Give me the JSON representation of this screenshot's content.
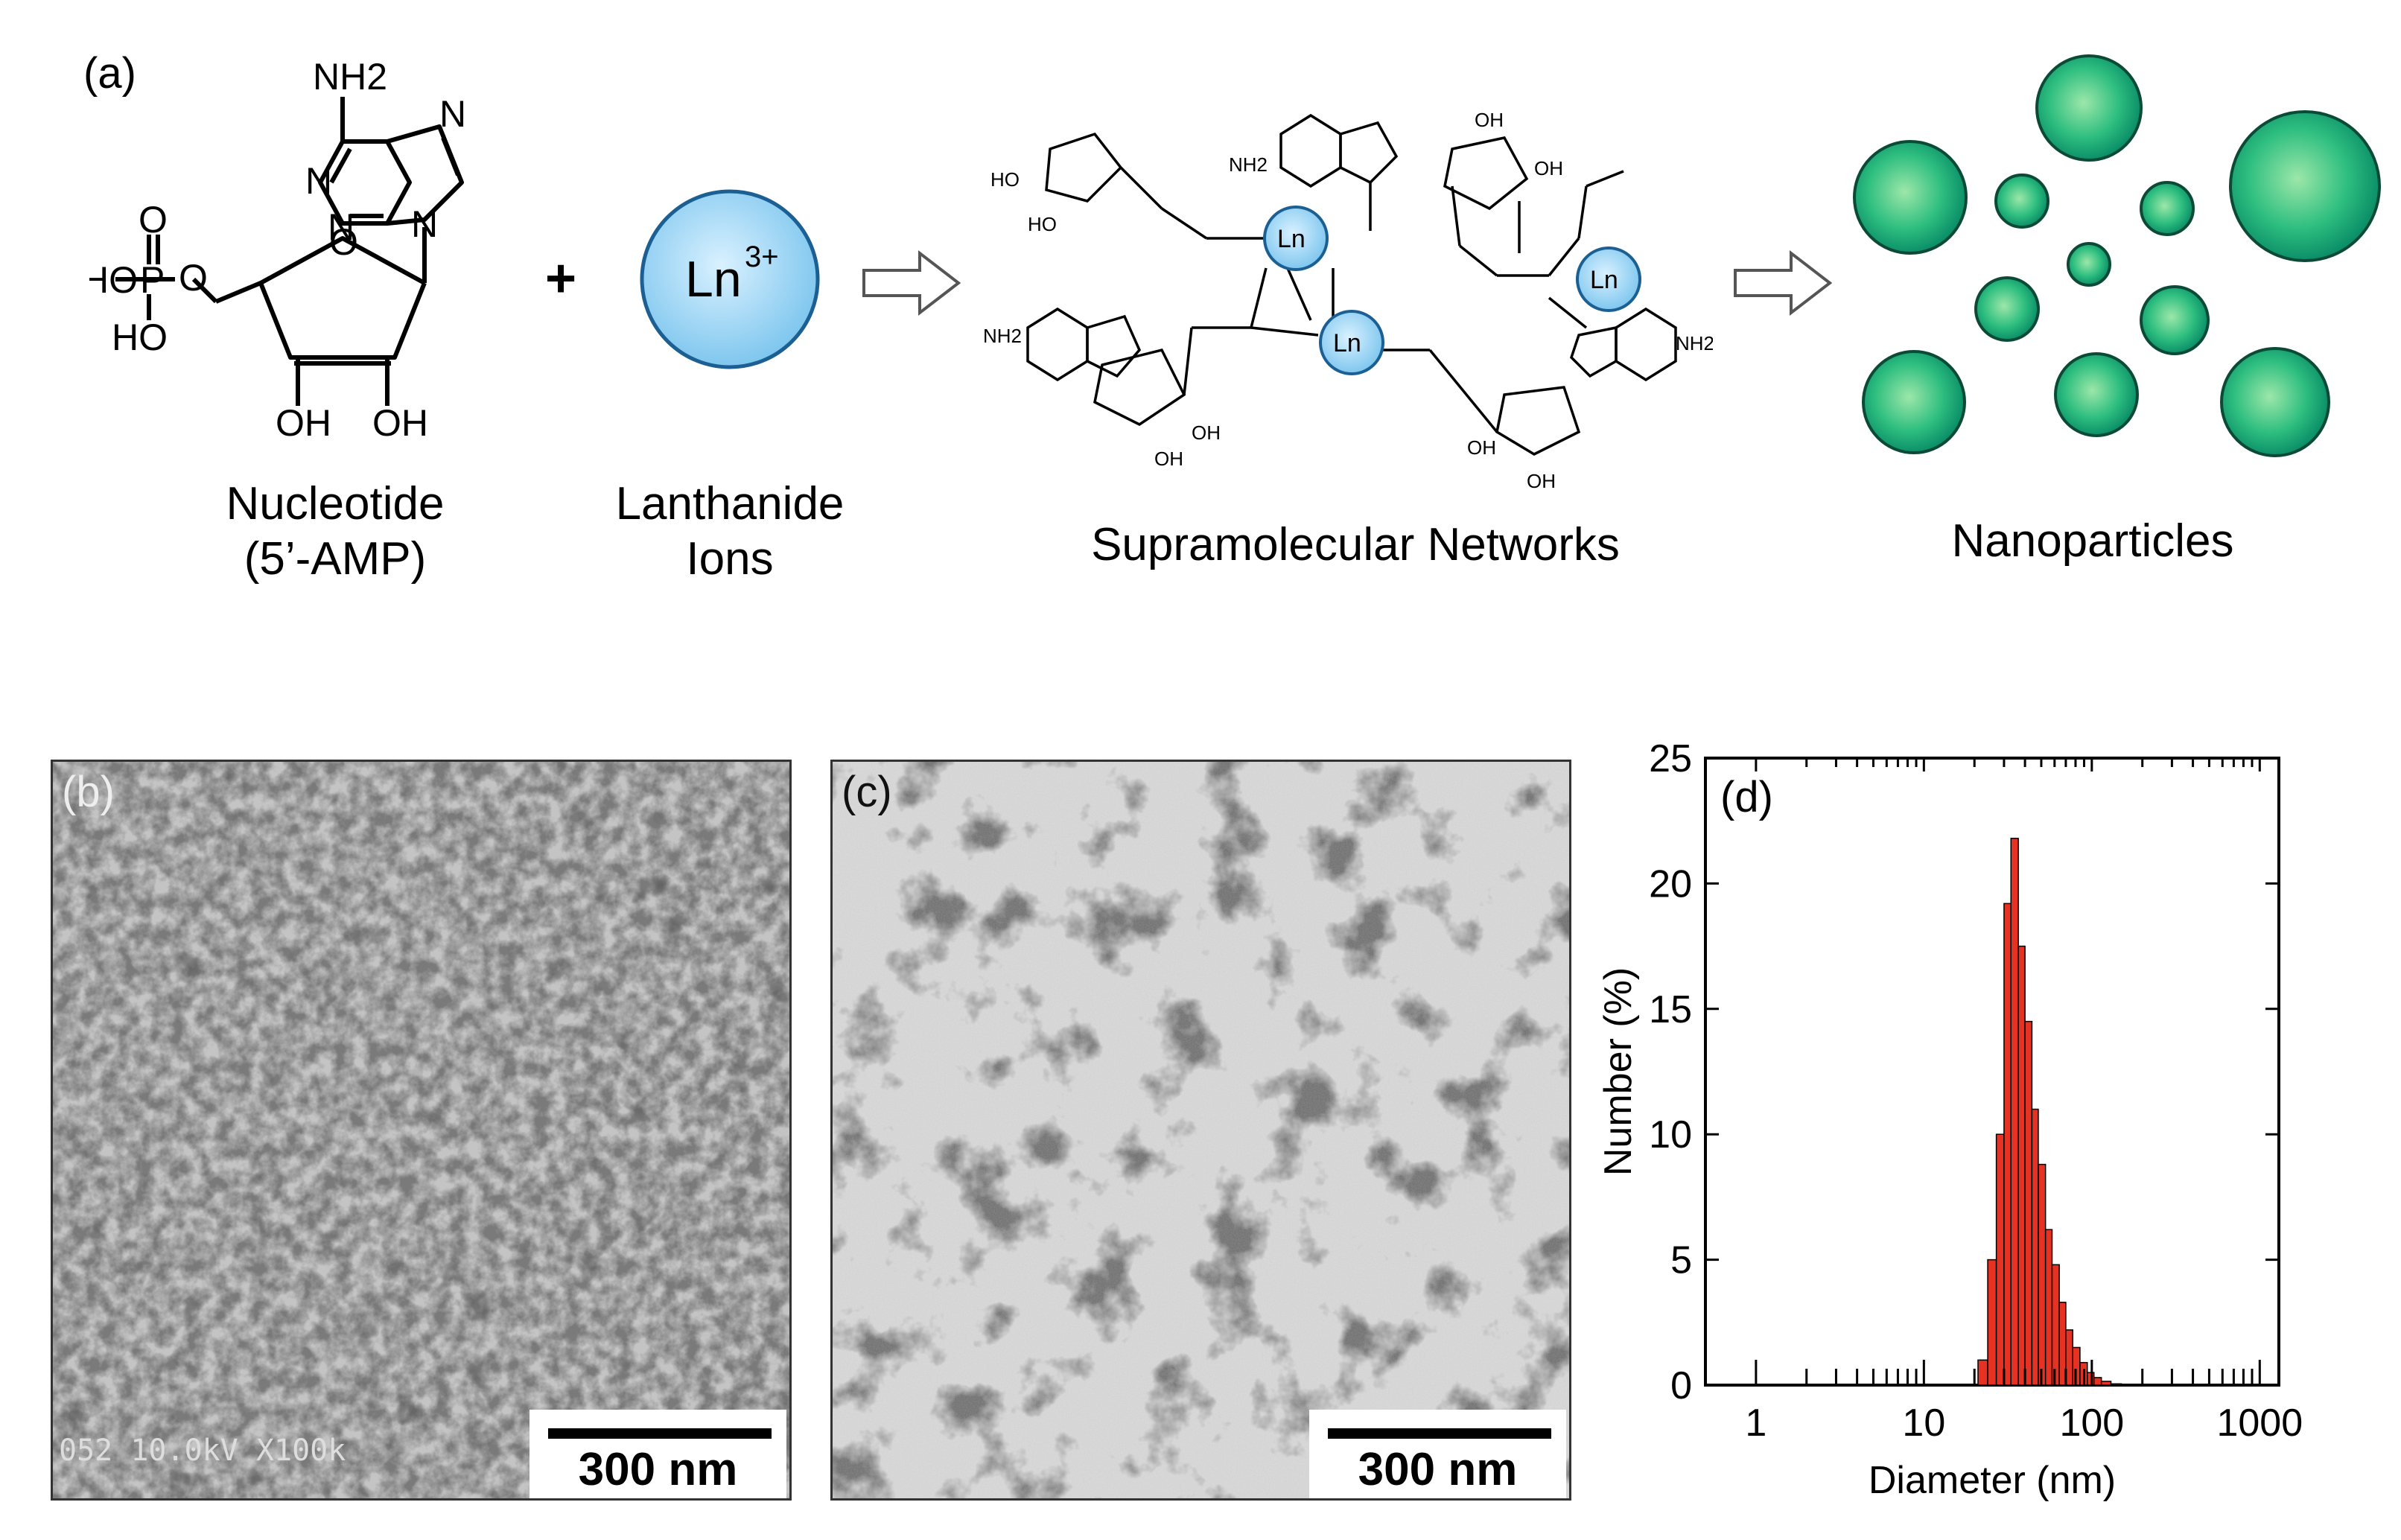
{
  "panel_a": {
    "label": "(a)",
    "amp_groups": {
      "nh2": "NH2",
      "n": "N",
      "o": "O",
      "p": "P",
      "ho": "HO",
      "oh": "OH"
    },
    "plus": "+",
    "ion_symbol": "Ln",
    "ion_charge": "3+",
    "network_metal": "Ln",
    "captions": {
      "nucleotide": [
        "Nucleotide",
        "(5’-AMP)"
      ],
      "lanthanide": [
        "Lanthanide",
        "Ions"
      ],
      "networks": "Supramolecular Networks",
      "nanoparticles": "Nanoparticles"
    },
    "colors": {
      "ion_fill": "#9fd6f2",
      "ion_stroke": "#1d6fa8",
      "particle_light": "#8ee0a6",
      "particle_dark": "#0e9a6f"
    }
  },
  "panel_b": {
    "label": "(b)",
    "scale_bar": "300 nm",
    "instrument_text": "052 10.0kV X100k"
  },
  "panel_c": {
    "label": "(c)",
    "scale_bar": "300 nm"
  },
  "panel_d": {
    "label": "(d)",
    "chart_data": {
      "type": "bar",
      "xlabel": "Diameter (nm)",
      "ylabel": "Number (%)",
      "x_scale": "log",
      "xlim": [
        0.5,
        1300
      ],
      "ylim": [
        0,
        25
      ],
      "x_tick_labels": [
        "1",
        "10",
        "100",
        "1000"
      ],
      "y_tick_labels": [
        "0",
        "5",
        "10",
        "15",
        "20",
        "25"
      ],
      "bar_color": "#e53222",
      "bins": [
        {
          "from": 21,
          "to": 24,
          "value": 1.0
        },
        {
          "from": 24,
          "to": 27,
          "value": 5.0
        },
        {
          "from": 27,
          "to": 30,
          "value": 10.0
        },
        {
          "from": 30,
          "to": 33,
          "value": 19.2
        },
        {
          "from": 33,
          "to": 36.5,
          "value": 21.8
        },
        {
          "from": 36.5,
          "to": 40,
          "value": 17.5
        },
        {
          "from": 40,
          "to": 44,
          "value": 14.5
        },
        {
          "from": 44,
          "to": 48,
          "value": 11.0
        },
        {
          "from": 48,
          "to": 53,
          "value": 8.8
        },
        {
          "from": 53,
          "to": 58,
          "value": 6.2
        },
        {
          "from": 58,
          "to": 64,
          "value": 4.8
        },
        {
          "from": 64,
          "to": 70,
          "value": 3.3
        },
        {
          "from": 70,
          "to": 77,
          "value": 2.2
        },
        {
          "from": 77,
          "to": 85,
          "value": 1.5
        },
        {
          "from": 85,
          "to": 94,
          "value": 0.9
        },
        {
          "from": 94,
          "to": 103,
          "value": 0.5
        },
        {
          "from": 103,
          "to": 114,
          "value": 0.3
        },
        {
          "from": 114,
          "to": 130,
          "value": 0.15
        },
        {
          "from": 130,
          "to": 150,
          "value": 0.05
        }
      ]
    }
  }
}
